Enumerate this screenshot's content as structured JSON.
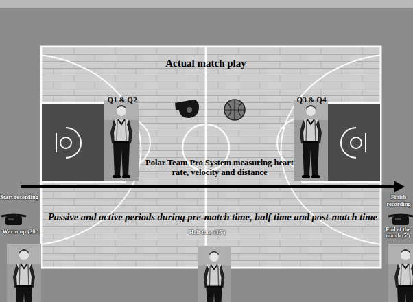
{
  "diagram": {
    "labels": [
      "Actual match play",
      "Q1 & Q2",
      "Q3 & Q4",
      "Polar Team Pro System measuring heart rate, velocity and distance",
      "Passive and active periods during pre-match time, half time and post-match time",
      "Start recording",
      "Warm up (20')",
      "Half time (15')",
      "Finish recording",
      "End of the match (5')"
    ]
  }
}
